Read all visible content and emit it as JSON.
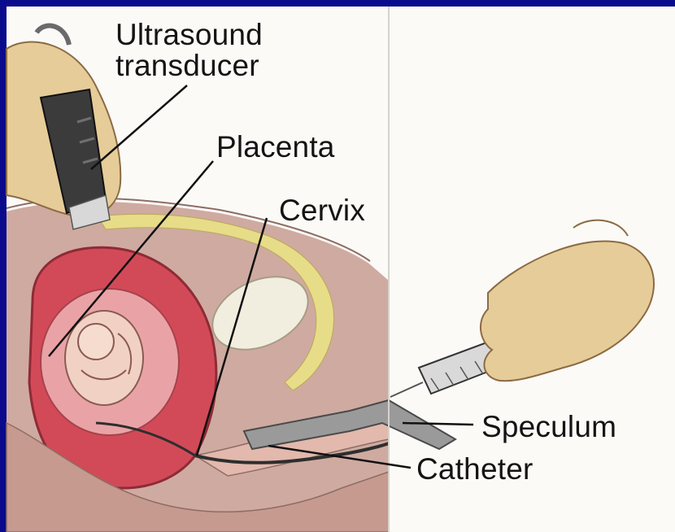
{
  "labels": {
    "ultrasound_line1": "Ultrasound",
    "ultrasound_line2": "transducer",
    "placenta": "Placenta",
    "cervix": "Cervix",
    "speculum": "Speculum",
    "catheter": "Catheter"
  },
  "colors": {
    "frame": "#0a0a8c",
    "background": "#fbfaf7",
    "uterus": "#d24a58",
    "fat_layer": "#e7dc88",
    "tissue": "#c9a69d",
    "skin_hand": "#e6cc98",
    "transducer": "#3b3b3b",
    "label_text": "#141414"
  }
}
